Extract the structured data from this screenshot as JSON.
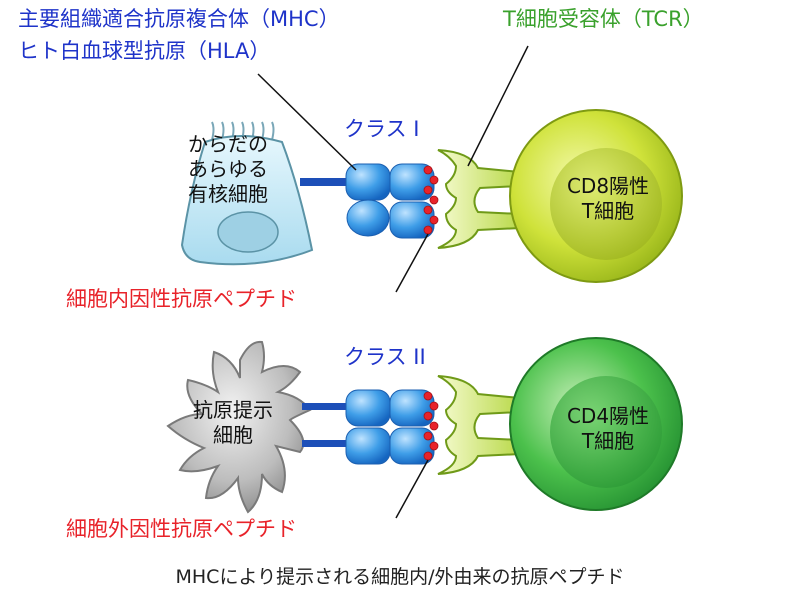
{
  "labels": {
    "mhc": "主要組織適合抗原複合体（MHC）",
    "hla": "ヒト白血球型抗原（HLA）",
    "tcr": "T細胞受容体（TCR）",
    "class1": "クラス I",
    "class2": "クラス II",
    "body_cell": [
      "からだの",
      "あらゆる",
      "有核細胞"
    ],
    "apc": [
      "抗原提示",
      "細胞"
    ],
    "cd8": [
      "CD8陽性",
      "T細胞"
    ],
    "cd4": [
      "CD4陽性",
      "T細胞"
    ],
    "endogenous": "細胞内因性抗原ペプチド",
    "exogenous": "細胞外因性抗原ペプチド",
    "caption": "MHCにより提示される細胞内/外由来の抗原ペプチド"
  },
  "colors": {
    "mhc_blue": "#1e33c9",
    "tcr_green": "#3aa12c",
    "peptide_red": "#e8232a",
    "mhc_module": "#2a8fe0",
    "cd8_cell": "#c8dc2a",
    "cd4_cell": "#3db33d",
    "apc_gray": "#9a9a9a",
    "body_cell": "#bfe6f5"
  },
  "icons": [
    "nucleated-body-cell-icon",
    "antigen-presenting-cell-icon",
    "mhc-molecule-icon",
    "tcr-receptor-icon",
    "peptide-icon",
    "t-cell-icon"
  ]
}
